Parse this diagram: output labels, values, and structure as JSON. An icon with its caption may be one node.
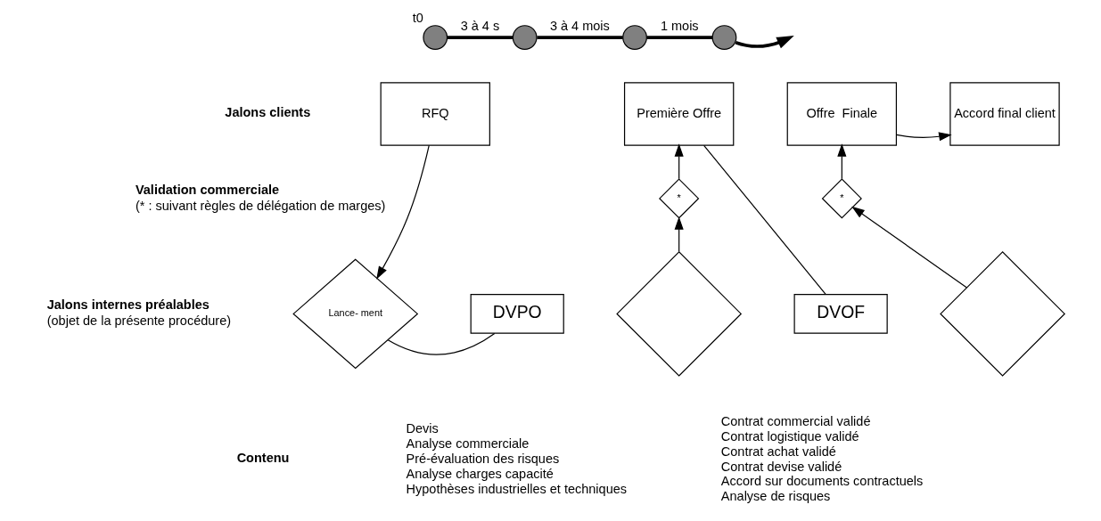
{
  "diagram": {
    "nodes": [
      {
        "text": [],
        "shape": "circle",
        "beside": [
          "t0"
        ]
      },
      {
        "text": [],
        "shape": "circle"
      },
      {
        "text": [],
        "shape": "circle"
      },
      {
        "text": [],
        "shape": "circle"
      },
      {
        "text": [
          "RFQ"
        ]
      },
      {
        "text": [
          "Première Offre"
        ]
      },
      {
        "text": [
          "Offre  Finale"
        ]
      },
      {
        "text": [
          "Accord final client"
        ]
      },
      {
        "text": [
          "*"
        ]
      },
      {
        "text": [
          "*"
        ]
      },
      {
        "text": [
          "Lance- ment"
        ]
      },
      {
        "text": [
          "DVPO"
        ]
      },
      {
        "text": [],
        "shape": "diamond"
      },
      {
        "text": [
          "DVOF"
        ]
      },
      {
        "text": [],
        "shape": "diamond"
      }
    ],
    "edges": [
      {
        "from": 0,
        "to": 1,
        "arrow": "none",
        "label": "3 à 4 s",
        "style": "thick"
      },
      {
        "from": 1,
        "to": 2,
        "arrow": "none",
        "label": "3 à 4 mois",
        "style": "thick"
      },
      {
        "from": 2,
        "to": 3,
        "arrow": "none",
        "label": "1 mois",
        "style": "thick"
      },
      {
        "from": 3,
        "to": null,
        "arrow": "to",
        "style": "thick"
      },
      {
        "from": 4,
        "to": 10,
        "arrow": "to"
      },
      {
        "from": 10,
        "to": 11,
        "arrow": "none"
      },
      {
        "from": 12,
        "to": 8,
        "arrow": "to"
      },
      {
        "from": 8,
        "to": 5,
        "arrow": "to"
      },
      {
        "from": 5,
        "to": 13,
        "arrow": "none"
      },
      {
        "from": 14,
        "to": 9,
        "arrow": "to"
      },
      {
        "from": 9,
        "to": 6,
        "arrow": "to"
      },
      {
        "from": 6,
        "to": 7,
        "arrow": "to"
      }
    ],
    "labels": [
      "Jalons clients",
      "Validation commerciale",
      "(* : suivant règles de délégation de marges)",
      "Jalons internes préalables",
      "(objet de la présente procédure)",
      "Contenu",
      "Devis",
      "Analyse commerciale",
      "Pré-évaluation des risques",
      "Analyse charges capacité",
      "Hypothèses industrielles et techniques",
      "Contrat commercial validé",
      "Contrat logistique validé",
      "Contrat achat validé",
      "Contrat devise validé",
      "Accord sur documents contractuels",
      "Analyse de risques"
    ]
  }
}
